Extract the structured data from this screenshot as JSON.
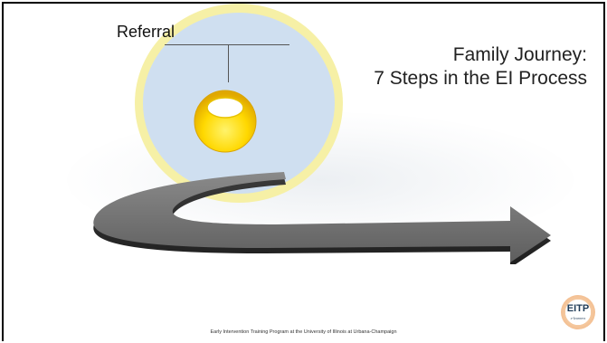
{
  "slide": {
    "title_line1": "Family Journey:",
    "title_line2": "7 Steps in the EI Process",
    "step_label": "Referral",
    "footer": "Early Intervention Training Program at the University of Illinois at Urbana-Champaign",
    "logo_text": "EITP",
    "logo_sub": "e-learners"
  },
  "colors": {
    "circle_outer": "#f6f0a6",
    "circle_inner": "#cfdff0",
    "ball": "#ffd800",
    "arrow": "#5a5a5a",
    "logo_ring": "#f0b07c",
    "logo_text": "#1f3b57"
  }
}
